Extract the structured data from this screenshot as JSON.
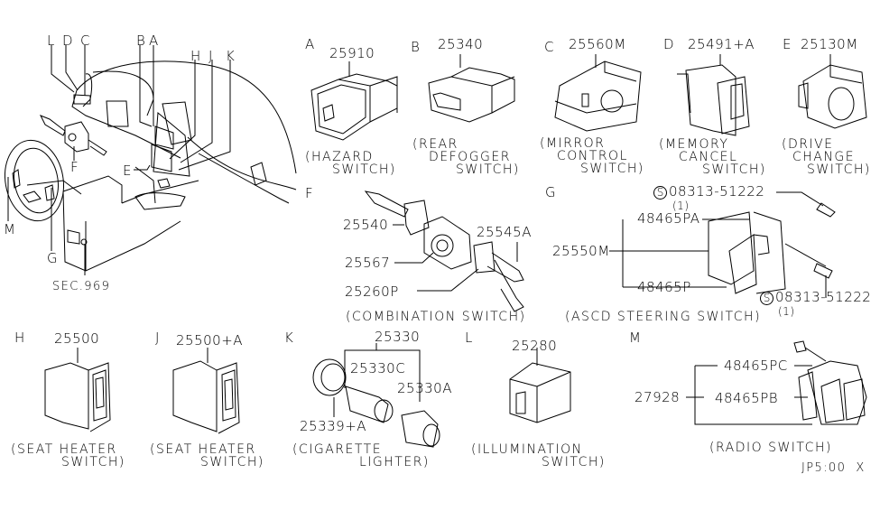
{
  "diagram": {
    "overview": {
      "callouts": [
        "L",
        "D",
        "C",
        "B",
        "A",
        "H",
        "J",
        "K",
        "F",
        "E",
        "M",
        "G"
      ],
      "section_ref": "SEC.969"
    },
    "sections": [
      {
        "letter": "A",
        "parts": [
          "25910"
        ],
        "caption": [
          "(HAZARD",
          "SWITCH)"
        ]
      },
      {
        "letter": "B",
        "parts": [
          "25340"
        ],
        "caption": [
          "(REAR",
          "DEFOGGER",
          "SWITCH)"
        ]
      },
      {
        "letter": "C",
        "parts": [
          "25560M"
        ],
        "caption": [
          "(MIRROR",
          "CONTROL",
          "SWITCH)"
        ]
      },
      {
        "letter": "D",
        "parts": [
          "25491+A"
        ],
        "caption": [
          "(MEMORY",
          "CANCEL",
          "SWITCH)"
        ]
      },
      {
        "letter": "E",
        "parts": [
          "25130M"
        ],
        "caption": [
          "(DRIVE",
          "CHANGE",
          "SWITCH)"
        ]
      },
      {
        "letter": "F",
        "parts": [
          "25540",
          "25567",
          "25545A",
          "25260P"
        ],
        "caption": [
          "(COMBINATION SWITCH)"
        ]
      },
      {
        "letter": "G",
        "parts": [
          "25550M",
          "48465PA",
          "48465P"
        ],
        "screws": [
          {
            "symbol": "S",
            "part": "08313-51222",
            "qty": "(1)"
          },
          {
            "symbol": "S",
            "part": "08313-51222",
            "qty": "(1)"
          }
        ],
        "caption": [
          "(ASCD STEERING SWITCH)"
        ]
      },
      {
        "letter": "H",
        "parts": [
          "25500"
        ],
        "caption": [
          "(SEAT HEATER",
          "SWITCH)"
        ]
      },
      {
        "letter": "J",
        "parts": [
          "25500+A"
        ],
        "caption": [
          "(SEAT HEATER",
          "SWITCH)"
        ]
      },
      {
        "letter": "K",
        "parts": [
          "25330",
          "25330C",
          "25330A",
          "25339+A"
        ],
        "caption": [
          "(CIGARETTE",
          "LIGHTER)"
        ]
      },
      {
        "letter": "L",
        "parts": [
          "25280"
        ],
        "caption": [
          "(ILLUMINATION",
          "SWITCH)"
        ]
      },
      {
        "letter": "M",
        "parts": [
          "27928",
          "48465PC",
          "48465PB"
        ],
        "caption": [
          "(RADIO SWITCH)"
        ]
      }
    ],
    "footer_code": "JP5:00  X"
  },
  "colors": {
    "ink": "#000000",
    "paper": "#ffffff"
  }
}
